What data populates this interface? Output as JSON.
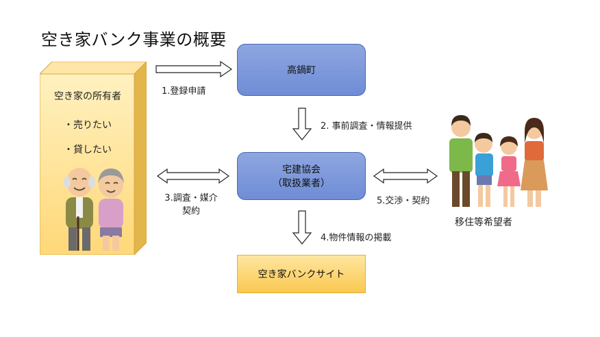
{
  "title": "空き家バンク事業の概要",
  "owner": {
    "title": "空き家の所有者",
    "item1": "・売りたい",
    "item2": "・貸したい"
  },
  "nodes": {
    "town": "高鍋町",
    "association_line1": "宅建協会",
    "association_line2": "（取扱業者）",
    "site": "空き家バンクサイト",
    "seekers": "移住等希望者"
  },
  "steps": {
    "s1": "1.登録申請",
    "s2": "2. 事前調査・情報提供",
    "s3_line1": "3.調査・媒介",
    "s3_line2": "契約",
    "s4": "4.物件情報の掲載",
    "s5": "5.交渉・契約"
  },
  "colors": {
    "owner_fill": "#ffe090",
    "blue_box": "#7b96d9",
    "gold_box": "#fbd46a"
  }
}
